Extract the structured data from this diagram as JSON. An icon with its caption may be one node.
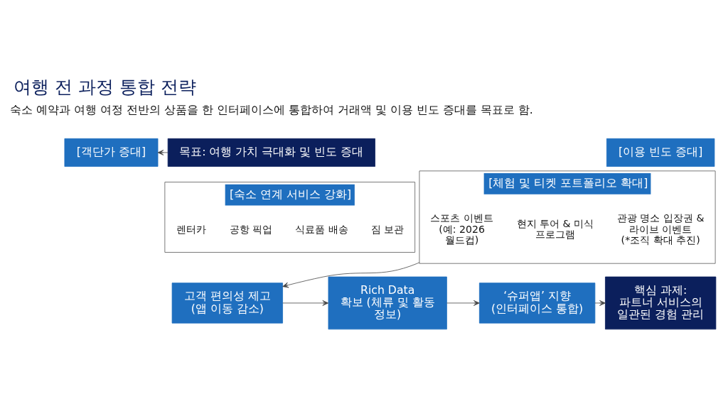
{
  "diagram": {
    "title": "여행 전 과정 통합 전략",
    "nodes": [
      {
        "text": [
          "목표: 여행 가치 극대화 및 빈도 증대"
        ]
      },
      {
        "text": [
          "[객단가 증대]"
        ]
      },
      {
        "text": [
          "[이용 빈도 증대]"
        ]
      },
      {
        "text": [
          "[숙소 연계 서비스 강화]"
        ]
      },
      {
        "text": [
          "렌터카"
        ],
        "in": 3
      },
      {
        "text": [
          "공항 픽업"
        ],
        "in": 3
      },
      {
        "text": [
          "식료품 배송"
        ],
        "in": 3
      },
      {
        "text": [
          "짐 보관"
        ],
        "in": 3
      },
      {
        "text": [
          "[체험 및 티켓 포트폴리오 확대]"
        ]
      },
      {
        "text": [
          "현지 투어 & 미식 프로그램"
        ],
        "in": 8
      },
      {
        "text": [
          "스포츠 이벤트",
          "(예: 2026 월드컵)"
        ],
        "in": 8
      },
      {
        "text": [
          "관광 명소 입장권 & 라이브 이벤트",
          "(*조직 확대 추진)"
        ],
        "in": 8
      },
      {
        "text": [
          "고객 편의성 제고 (앱 이동 감소)"
        ]
      },
      {
        "text": [
          "Rich Data 확보 (체류 및 활동 정보)"
        ]
      },
      {
        "text": [
          "‘슈퍼앱’ 지향 (인터페이스 통합)"
        ]
      },
      {
        "text": [
          "핵심 과제:",
          "파트너 서비스의 일관된 경험 관리"
        ]
      }
    ],
    "edges": [
      {
        "from": 0,
        "to": 1,
        "arrow": "to"
      },
      {
        "from": 8,
        "to": 12,
        "arrow": "to"
      },
      {
        "from": 12,
        "to": 13,
        "arrow": "to"
      },
      {
        "from": 13,
        "to": 14,
        "arrow": "to"
      },
      {
        "from": 14,
        "to": 15,
        "arrow": "to"
      }
    ],
    "labels": [
      "숙소 예약과 여행 여정 전반의 상품을 한 인터페이스에 통합하여 거래액 및 이용 빈도 증대를 목표로 함."
    ]
  }
}
